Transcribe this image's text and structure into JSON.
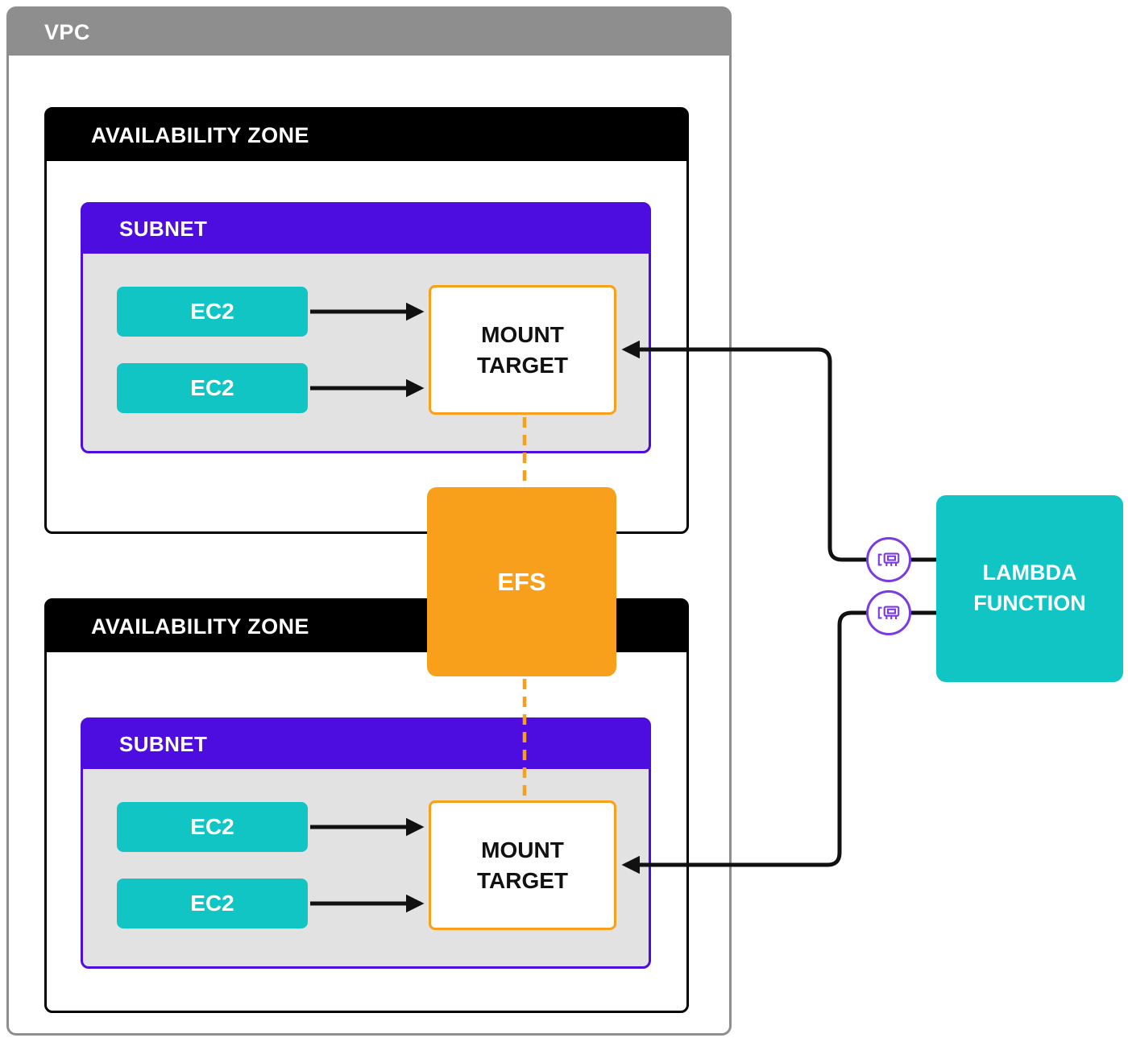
{
  "diagram": {
    "vpc_label": "VPC",
    "zone1": {
      "label": "AVAILABILITY ZONE",
      "subnet_label": "SUBNET",
      "ec2_a": "EC2",
      "ec2_b": "EC2",
      "mount_target": "MOUNT TARGET"
    },
    "zone2": {
      "label": "AVAILABILITY ZONE",
      "subnet_label": "SUBNET",
      "ec2_a": "EC2",
      "ec2_b": "EC2",
      "mount_target": "MOUNT TARGET"
    },
    "efs_label": "EFS",
    "lambda_label": "LAMBDA FUNCTION",
    "icons": {
      "eni_top": "network-interface-icon",
      "eni_bottom": "network-interface-icon"
    },
    "connections": [
      "ec2 -> mount target (solid black arrow, x4)",
      "mount target <-> efs (dashed orange, x2)",
      "lambda function -> mount target via network interface (solid black arrow, x2)"
    ],
    "colors": {
      "vpc_gray": "#8E8E8E",
      "az_black": "#000000",
      "subnet_purple": "#4E0DE0",
      "subnet_body_gray": "#E2E2E2",
      "teal": "#12C5C5",
      "orange": "#F8A01B",
      "eni_purple": "#7B3BE2",
      "line_black": "#111111"
    }
  }
}
